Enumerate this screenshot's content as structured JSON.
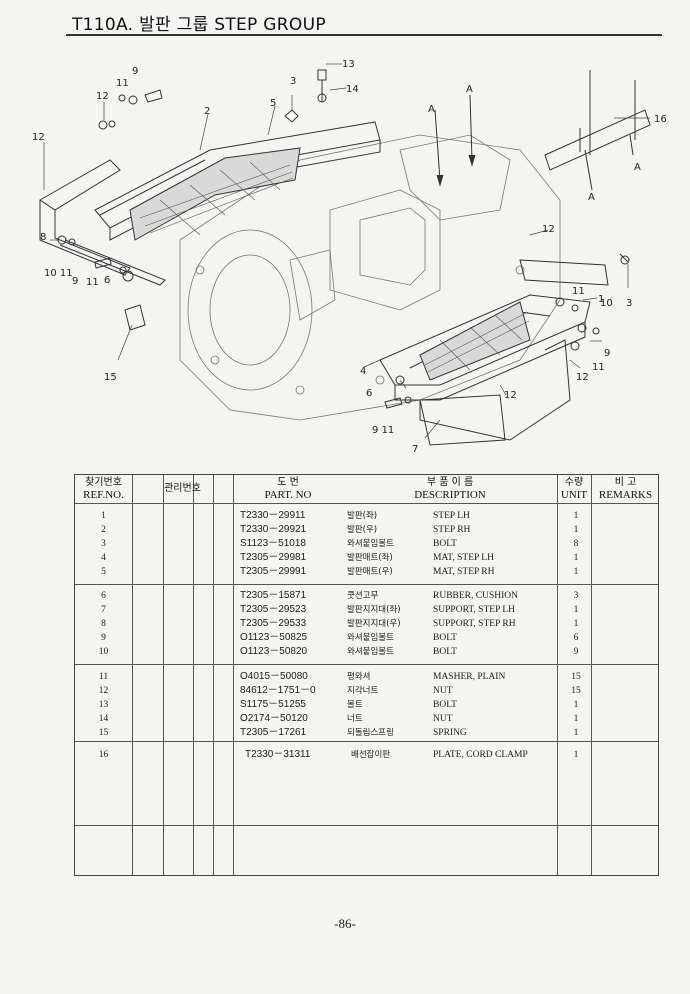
{
  "page": {
    "title": "T110A. 발판 그룹 STEP GROUP",
    "page_number": "-86-"
  },
  "diagram": {
    "callouts": [
      "1",
      "2",
      "3",
      "4",
      "5",
      "6",
      "7",
      "8",
      "9",
      "10",
      "11",
      "12",
      "13",
      "14",
      "15",
      "16",
      "A"
    ],
    "label_1": "1",
    "label_2": "2",
    "label_3": "3",
    "label_4": "4",
    "label_5": "5",
    "label_6": "6",
    "label_7": "7",
    "label_8": "8",
    "label_9": "9",
    "label_10": "10",
    "label_11": "11",
    "label_12": "12",
    "label_13": "13",
    "label_14": "14",
    "label_15": "15",
    "label_16": "16",
    "label_A": "A",
    "label_10_11": "10 11",
    "label_9_11": "9 11",
    "label_9_11_b": "9 11"
  },
  "table": {
    "headers": {
      "ref_kr": "찾기번호",
      "ref_en": "REF.NO.",
      "mgmt_kr": "관리번호",
      "part_kr": "도 번",
      "part_en": "PART. NO",
      "desc_kr": "부 품 이 름",
      "desc_en": "DESCRIPTION",
      "unit_kr": "수량",
      "unit_en": "UNIT",
      "remarks_kr": "비 고",
      "remarks_en": "REMARKS"
    },
    "rows": [
      {
        "ref": "1",
        "part": "T2330－29911",
        "kr": "발판(좌)",
        "desc": "STEP LH",
        "unit": "1"
      },
      {
        "ref": "2",
        "part": "T2330－29921",
        "kr": "발판(우)",
        "desc": "STEP RH",
        "unit": "1"
      },
      {
        "ref": "3",
        "part": "S1123－51018",
        "kr": "와셔붙임볼트",
        "desc": "BOLT",
        "unit": "8"
      },
      {
        "ref": "4",
        "part": "T2305－29981",
        "kr": "발판매트(좌)",
        "desc": "MAT, STEP LH",
        "unit": "1"
      },
      {
        "ref": "5",
        "part": "T2305－29991",
        "kr": "발판매트(우)",
        "desc": "MAT, STEP RH",
        "unit": "1"
      },
      {
        "ref": "6",
        "part": "T2305－15871",
        "kr": "쿳션고무",
        "desc": "RUBBER, CUSHION",
        "unit": "3"
      },
      {
        "ref": "7",
        "part": "T2305－29523",
        "kr": "발판지지대(좌)",
        "desc": "SUPPORT, STEP LH",
        "unit": "1"
      },
      {
        "ref": "8",
        "part": "T2305－29533",
        "kr": "발판지지대(우)",
        "desc": "SUPPORT, STEP RH",
        "unit": "1"
      },
      {
        "ref": "9",
        "part": "O1123－50825",
        "kr": "와셔붙임볼트",
        "desc": "BOLT",
        "unit": "6"
      },
      {
        "ref": "10",
        "part": "O1123－50820",
        "kr": "와셔붙임볼트",
        "desc": "BOLT",
        "unit": "9"
      },
      {
        "ref": "11",
        "part": "O4015－50080",
        "kr": "평와셔",
        "desc": "MASHER, PLAIN",
        "unit": "15"
      },
      {
        "ref": "12",
        "part": "84612－1751－0",
        "kr": "지각너트",
        "desc": "NUT",
        "unit": "15"
      },
      {
        "ref": "13",
        "part": "S1175－51255",
        "kr": "볼트",
        "desc": "BOLT",
        "unit": "1"
      },
      {
        "ref": "14",
        "part": "O2174－50120",
        "kr": "너트",
        "desc": "NUT",
        "unit": "1"
      },
      {
        "ref": "15",
        "part": "T2305－17261",
        "kr": "되돌림스프링",
        "desc": "SPRING",
        "unit": "1"
      },
      {
        "ref": "16",
        "part": "T2330－31311",
        "kr": "배선잡이판",
        "desc": "PLATE, CORD CLAMP",
        "unit": "1"
      }
    ]
  }
}
